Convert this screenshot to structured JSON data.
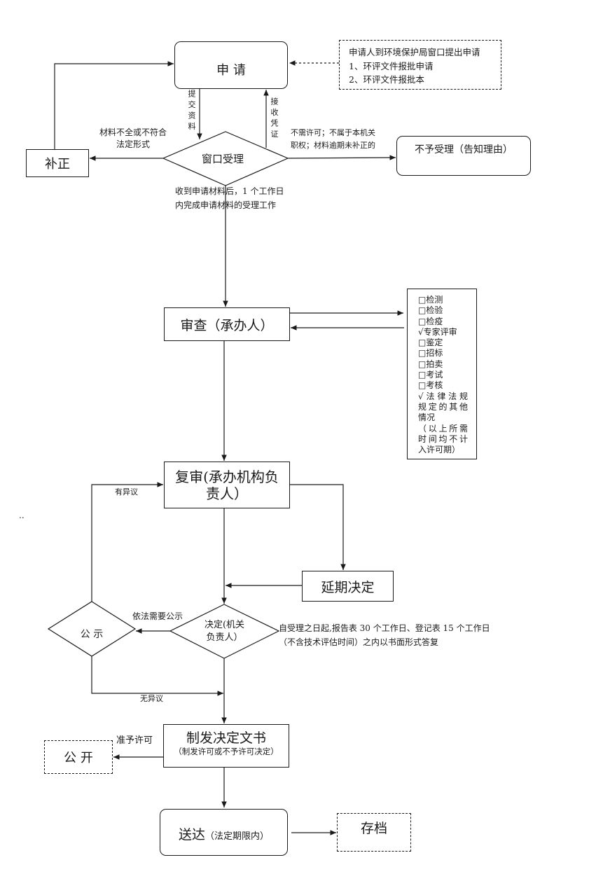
{
  "flowchart": {
    "apply": "申 请",
    "applicant_note": [
      "申请人到环境保护局窗口提出申请",
      "1、环评文件报批申请",
      "2、环评文件报批本"
    ],
    "submit_materials": "提交资料",
    "receive_receipt": "接收凭证",
    "window_acceptance": "窗口受理",
    "incomplete_materials": [
      "材料不全或不符合",
      "法定形式"
    ],
    "correction": "补正",
    "rejection_conditions": [
      "不需许可；不属于本机关",
      "职权；材料逾期未补正的"
    ],
    "rejection": "不予受理（告知理由）",
    "acceptance_time_note": [
      "收到申请材料后，1 个工作日",
      "内完成申请材料的受理工作"
    ],
    "review": "审查（承办人）",
    "special_procedures": {
      "items": [
        "□检测",
        "□检验",
        "□检疫",
        "√专家评审",
        "□鉴定",
        "□招标",
        "□拍卖",
        "□考试",
        "□考核"
      ],
      "other_case": [
        "√法律法规",
        "规定的其他",
        "情况"
      ],
      "exclusion_note": [
        "（以上所需",
        "时间均不计",
        "入许可期）"
      ]
    },
    "second_review": [
      "复审(承办机构负",
      "责人）"
    ],
    "objection": "有异议",
    "postponement": "延期决定",
    "decision": [
      "决定(机关",
      "负责人）"
    ],
    "publicity_required": "依法需要公示",
    "publicity": "公 示",
    "decision_deadline": [
      "自受理之日起,报告表 30 个工作日、登记表 15 个工作日",
      "（不含技术评估时间）之内以书面形式答复"
    ],
    "no_objection": "无异议",
    "issue_document": {
      "title": "制发决定文书",
      "subtitle": "（制发许可或不予许可决定）"
    },
    "permit_granted": "准予许可",
    "disclosure": "公 开",
    "delivery": {
      "label": "送达",
      "note": "（法定期限内）"
    },
    "archive": "存档"
  },
  "margin_mark": ".."
}
